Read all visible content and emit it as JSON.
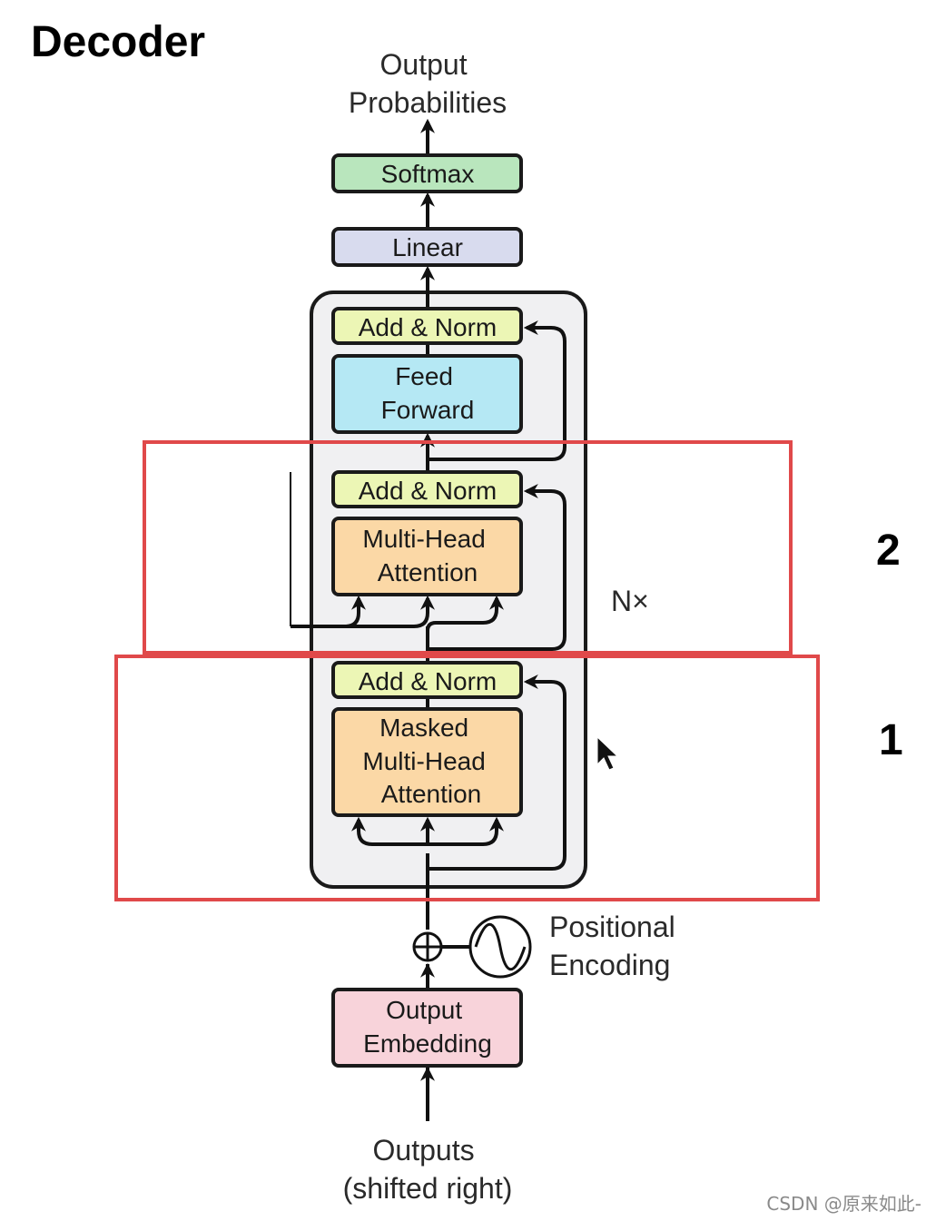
{
  "title": "Decoder",
  "output_label": [
    "Output",
    "Probabilities"
  ],
  "softmax": {
    "label": "Softmax",
    "color": "#b9e6bd"
  },
  "linear": {
    "label": "Linear",
    "color": "#d8dbee"
  },
  "ffn_add_norm": {
    "label": "Add & Norm",
    "color": "#ecf6b5"
  },
  "feed_forward": {
    "label": [
      "Feed",
      "Forward"
    ],
    "color": "#b5e8f4"
  },
  "cross_add_norm": {
    "label": "Add & Norm",
    "color": "#ecf6b5"
  },
  "cross_attention": {
    "label": [
      "Multi-Head",
      "Attention"
    ],
    "color": "#fbd8a6"
  },
  "masked_add_norm": {
    "label": "Add & Norm",
    "color": "#ecf6b5"
  },
  "masked_attention": {
    "label": [
      "Masked",
      "Multi-Head",
      "Attention"
    ],
    "color": "#fbd8a6"
  },
  "nx_label": "N×",
  "positional_encoding": [
    "Positional",
    "Encoding"
  ],
  "output_embedding": {
    "label": [
      "Output",
      "Embedding"
    ],
    "color": "#f8d3da"
  },
  "inputs_label": [
    "Outputs",
    "(shifted right)"
  ],
  "highlight_2": "2",
  "highlight_1": "1",
  "highlight_color": "#e0494a",
  "watermark": "CSDN @原来如此-"
}
